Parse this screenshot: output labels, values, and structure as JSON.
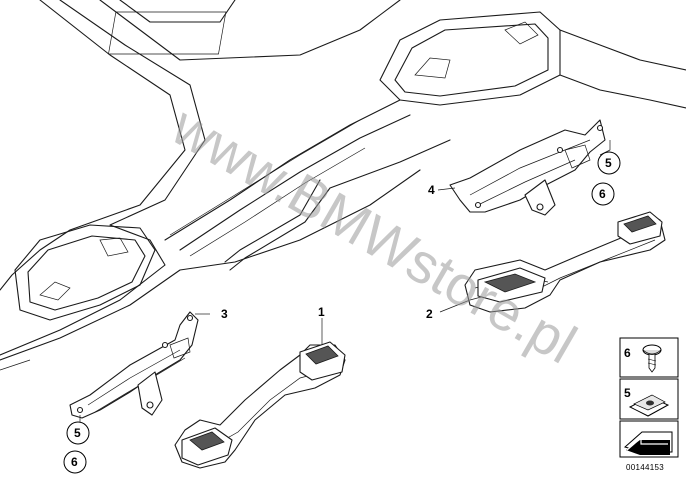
{
  "watermark": "www.BMWstore.pl",
  "callouts": {
    "c1": "1",
    "c2": "2",
    "c3": "3",
    "c4": "4",
    "c5_right": "5",
    "c6_right": "6",
    "c5_left": "5",
    "c6_left": "6"
  },
  "legend": {
    "item6": "6",
    "item5": "5"
  },
  "doc_number": "00144153"
}
